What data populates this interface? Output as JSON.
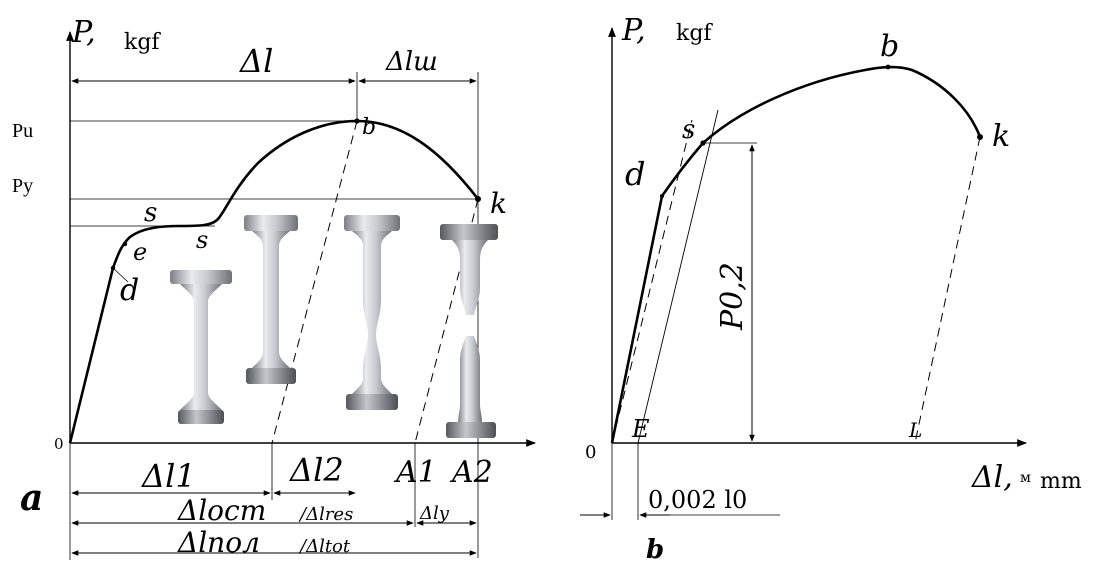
{
  "panel_a": {
    "axis_p": "P,",
    "unit_p": "kgf",
    "zero": "0",
    "p_u": "Pu",
    "p_y": "Py",
    "dl": "Δl",
    "dl_sh": "Δlш",
    "pt_b": "b",
    "pt_k": "k",
    "pt_s": "s",
    "pt_s2": "s",
    "pt_e": "e",
    "pt_d": "d",
    "dl1": "Δl1",
    "dl2": "Δl2",
    "a1": "A1",
    "a2": "A2",
    "dl_ost": "Δlост",
    "dl_res": "/Δlres",
    "dl_y": "Δly",
    "dl_pol": "Δlпол",
    "dl_tot": "/Δltot",
    "label": "a"
  },
  "panel_b": {
    "axis_p": "P,",
    "unit_p": "kgf",
    "zero": "0",
    "pt_b": "b",
    "pt_k": "k",
    "pt_s": "s",
    "pt_d": "d",
    "p02": "P0,2",
    "pt_e": "E",
    "pt_l": "L",
    "offset": "0,002 l0",
    "axis_dl": "Δl,",
    "axis_cut": "м",
    "unit_mm": "mm",
    "label": "b"
  },
  "specimens": [
    "specimen-initial-icon",
    "specimen-uniform-elongation-icon",
    "specimen-necking-icon",
    "specimen-fractured-icon"
  ]
}
